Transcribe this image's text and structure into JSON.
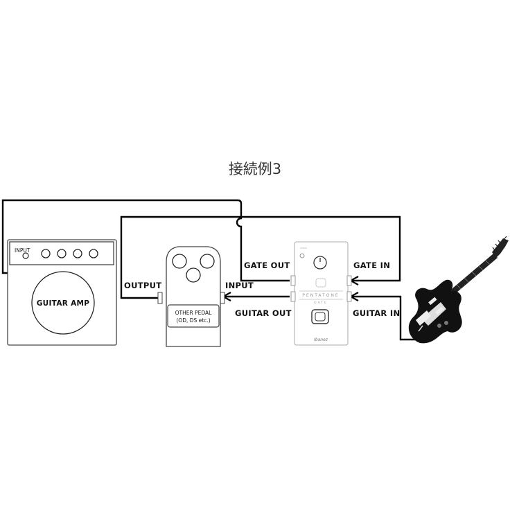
{
  "title": "接続例3",
  "amp": {
    "input_label": "INPUT",
    "name": "GUITAR AMP"
  },
  "other_pedal": {
    "name_line1": "OTHER PEDAL",
    "name_line2": "(OD, DS etc.)"
  },
  "pentatone": {
    "brand": "PENTATONE",
    "sub": "GATE",
    "maker": "Ibanez"
  },
  "labels": {
    "output": "OUTPUT",
    "input": "INPUT",
    "gate_out": "GATE OUT",
    "guitar_out": "GUITAR OUT",
    "gate_in": "GATE IN",
    "guitar_in": "GUITAR IN"
  }
}
